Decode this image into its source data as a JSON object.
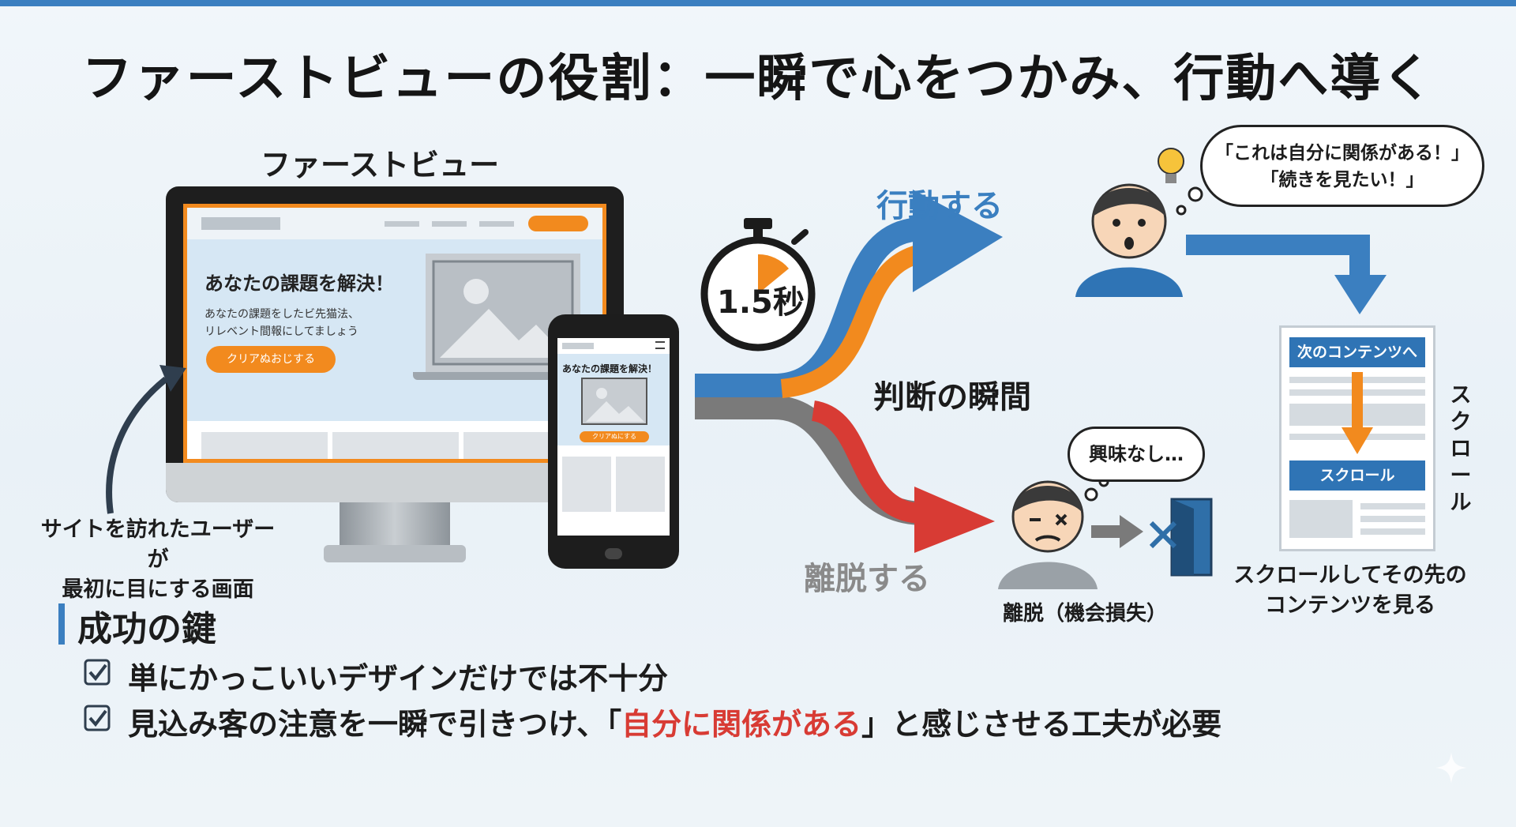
{
  "title": "ファーストビューの役割：一瞬で心をつかみ、行動へ導く",
  "first_view_label": "ファーストビュー",
  "desktop_site": {
    "headline": "あなたの課題を解決！",
    "body_line1": "あなたの課題をしたビ先猫法、",
    "body_line2": "リレベント間報にしてましょう",
    "cta": "クリアぬおじする"
  },
  "mobile_site": {
    "headline": "あなたの課題を解決！",
    "cta": "クリアぬにする"
  },
  "site_caption_line1": "サイトを訪れたユーザーが",
  "site_caption_line2": "最初に目にする画面",
  "timer_label": "1.5秒",
  "judgment_label": "判断の瞬間",
  "action_label": "行動する",
  "exit_label": "離脱する",
  "engaged_bubble_line1": "「これは自分に関係がある！」",
  "engaged_bubble_line2": "「続きを見たい！」",
  "bored_bubble": "興味なし…",
  "loss_label": "離脱（機会損失）",
  "scroll_page": {
    "next_content": "次のコンテンツへ",
    "scroll_button": "スクロール"
  },
  "scroll_vertical_label": "スクロール",
  "scroll_caption_line1": "スクロールしてその先の",
  "scroll_caption_line2": "コンテンツを見る",
  "key_section": {
    "heading": "成功の鍵",
    "item1": "単にかっこいいデザインだけでは不十分",
    "item2_before": "見込み客の注意を一瞬で引きつけ、「",
    "item2_highlight": "自分に関係がある",
    "item2_after": "」と感じさせる工夫が必要"
  },
  "colors": {
    "accent_blue": "#3b7fc0",
    "accent_orange": "#f28a1e",
    "exit_red": "#d83b34",
    "exit_gray": "#7a7a7a"
  }
}
